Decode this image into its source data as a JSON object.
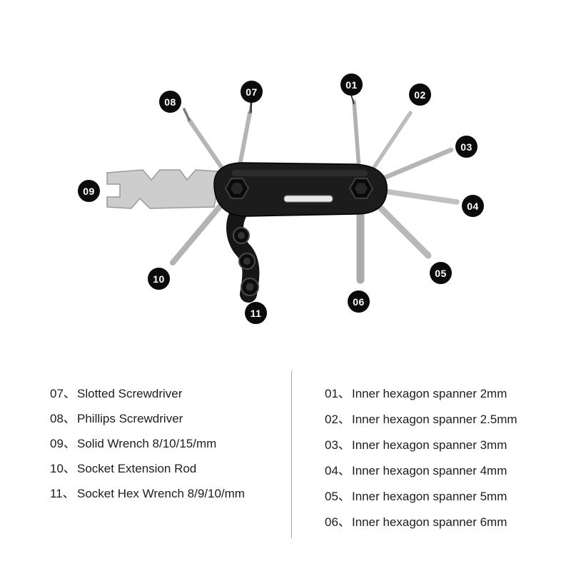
{
  "figure": {
    "description": "Exploded view of a folding bicycle multi-tool with numbered callouts",
    "callouts": [
      {
        "id": "01"
      },
      {
        "id": "02"
      },
      {
        "id": "03"
      },
      {
        "id": "04"
      },
      {
        "id": "05"
      },
      {
        "id": "06"
      },
      {
        "id": "07"
      },
      {
        "id": "08"
      },
      {
        "id": "09"
      },
      {
        "id": "10"
      },
      {
        "id": "11"
      }
    ],
    "colors": {
      "badge_bg": "#0b0b0b",
      "badge_text": "#ffffff",
      "tool_body": "#1c1c1c",
      "tool_metal": "#b5b5b5"
    }
  },
  "legend": {
    "left": [
      {
        "num": "07、",
        "label": "Slotted Screwdriver"
      },
      {
        "num": "08、",
        "label": "Phillips Screwdriver"
      },
      {
        "num": "09、",
        "label": "Solid Wrench 8/10/15/mm"
      },
      {
        "num": "10、",
        "label": "Socket Extension Rod"
      },
      {
        "num": "11、",
        "label": "Socket Hex Wrench 8/9/10/mm"
      }
    ],
    "right": [
      {
        "num": "01、",
        "label": "Inner hexagon spanner 2mm"
      },
      {
        "num": "02、",
        "label": "Inner hexagon spanner 2.5mm"
      },
      {
        "num": "03、",
        "label": "Inner hexagon spanner 3mm"
      },
      {
        "num": "04、",
        "label": "Inner hexagon spanner 4mm"
      },
      {
        "num": "05、",
        "label": "Inner hexagon spanner 5mm"
      },
      {
        "num": "06、",
        "label": "Inner hexagon spanner 6mm"
      }
    ]
  }
}
